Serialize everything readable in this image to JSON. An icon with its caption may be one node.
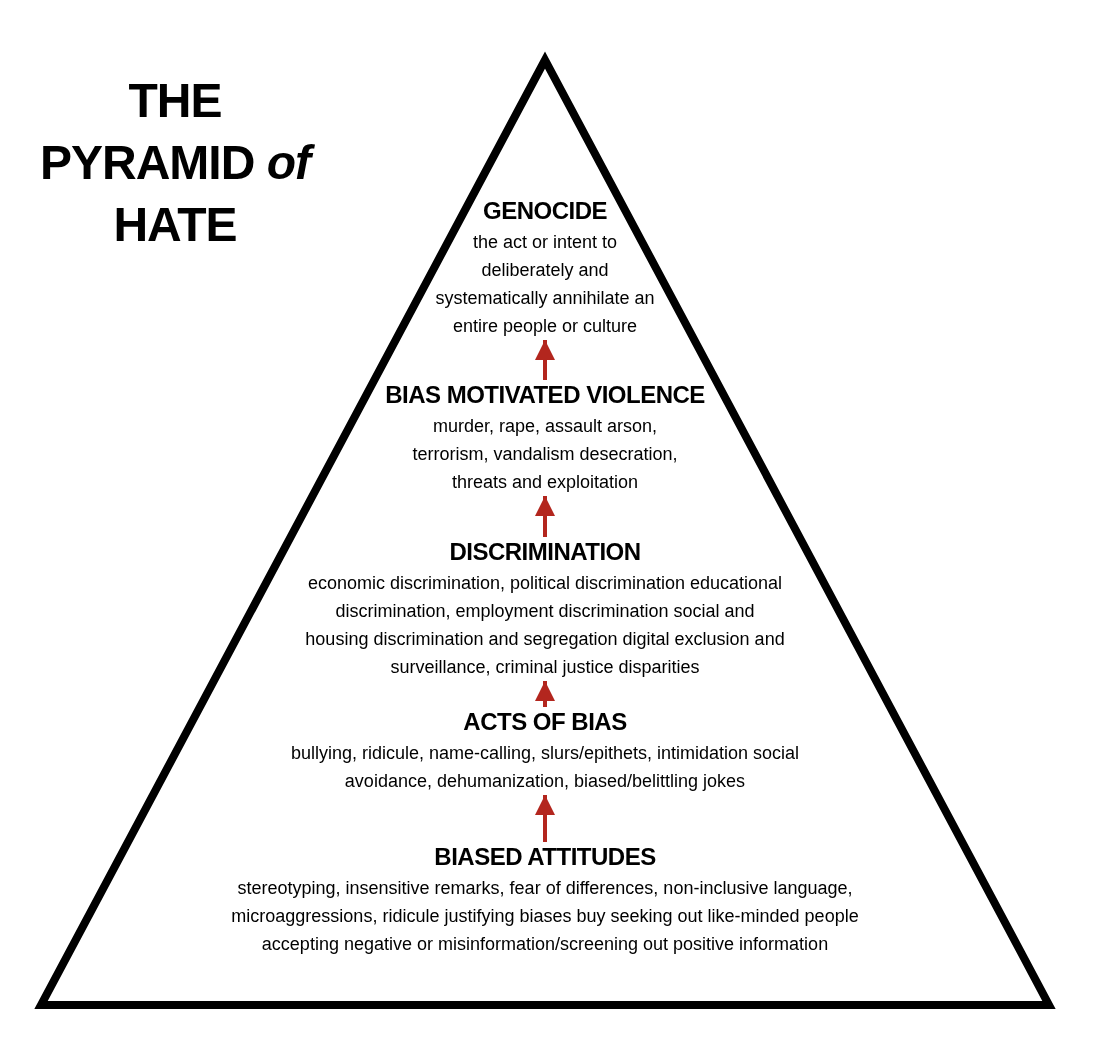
{
  "diagram": {
    "title": "THE PYRAMID *of* HATE",
    "nodes": [
      {
        "text": [],
        "shape": "triangle"
      },
      {
        "text": [
          "GENOCIDE",
          "the act or intent to deliberately and systematically annihilate an entire people or culture"
        ],
        "in": 0
      },
      {
        "text": [
          "BIAS MOTIVATED VIOLENCE",
          "murder, rape, assault arson, terrorism, vandalism desecration, threats and exploitation"
        ],
        "in": 0
      },
      {
        "text": [
          "DISCRIMINATION",
          "economic discrimination, political discrimination educational discrimination, employment discrimination social and housing discrimination and segregation digital exclusion and surveillance, criminal justice disparities"
        ],
        "in": 0
      },
      {
        "text": [
          "ACTS OF BIAS",
          "bullying, ridicule, name-calling, slurs/epithets, intimidation social avoidance, dehumanization, biased/belittling jokes"
        ],
        "in": 0
      },
      {
        "text": [
          "BIASED ATTITUDES",
          "stereotyping, insensitive remarks, fear of differences, non-inclusive language, microaggressions, ridicule justifying biases buy seeking out like-minded people accepting negative or misinformation/screening out positive information"
        ],
        "in": 0
      }
    ],
    "edges": [
      {
        "from": 5,
        "to": 4,
        "arrow": "to"
      },
      {
        "from": 4,
        "to": 3,
        "arrow": "to"
      },
      {
        "from": 3,
        "to": 2,
        "arrow": "to"
      },
      {
        "from": 2,
        "to": 1,
        "arrow": "to"
      }
    ]
  }
}
